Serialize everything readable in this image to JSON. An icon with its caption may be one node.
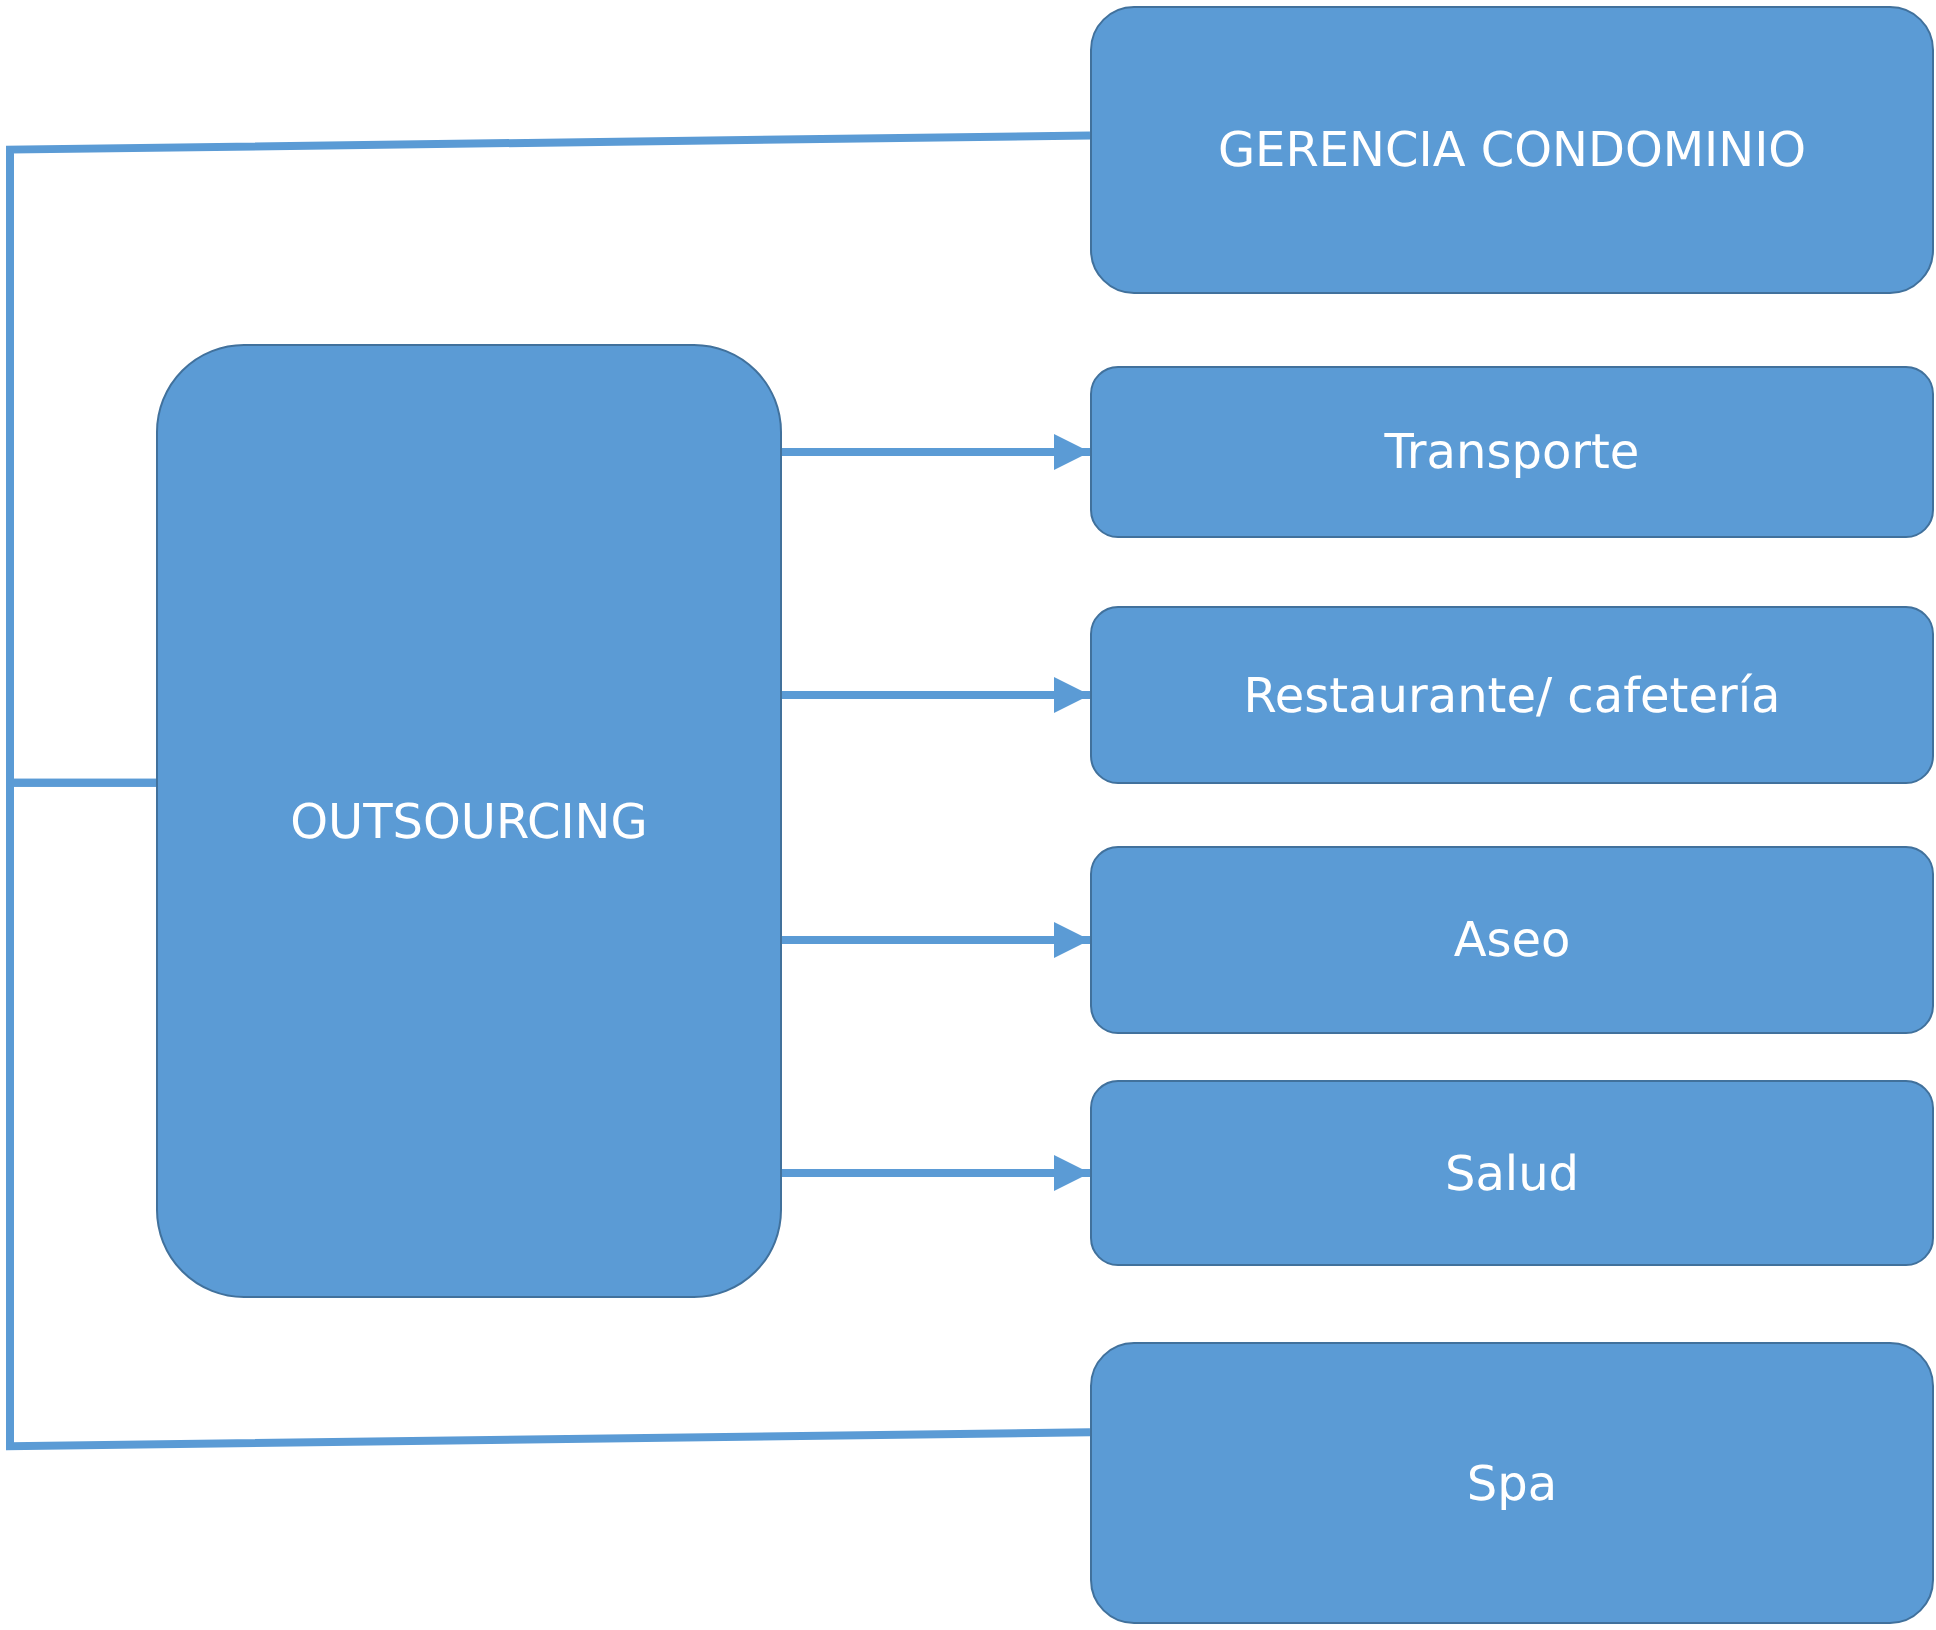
{
  "diagram": {
    "nodes": [
      {
        "text": [
          "GERENCIA CONDOMINIO"
        ]
      },
      {
        "text": [
          "OUTSOURCING"
        ]
      },
      {
        "text": [
          "Transporte"
        ]
      },
      {
        "text": [
          "Restaurante/ cafetería"
        ]
      },
      {
        "text": [
          "Aseo"
        ]
      },
      {
        "text": [
          "Salud"
        ]
      },
      {
        "text": [
          "Spa"
        ]
      }
    ],
    "edges": [
      {
        "from": 0,
        "to": 1,
        "arrow": "none"
      },
      {
        "from": 1,
        "to": 6,
        "arrow": "none"
      },
      {
        "from": 1,
        "to": 2,
        "arrow": "to"
      },
      {
        "from": 1,
        "to": 3,
        "arrow": "to"
      },
      {
        "from": 1,
        "to": 4,
        "arrow": "to"
      },
      {
        "from": 1,
        "to": 5,
        "arrow": "to"
      }
    ]
  }
}
